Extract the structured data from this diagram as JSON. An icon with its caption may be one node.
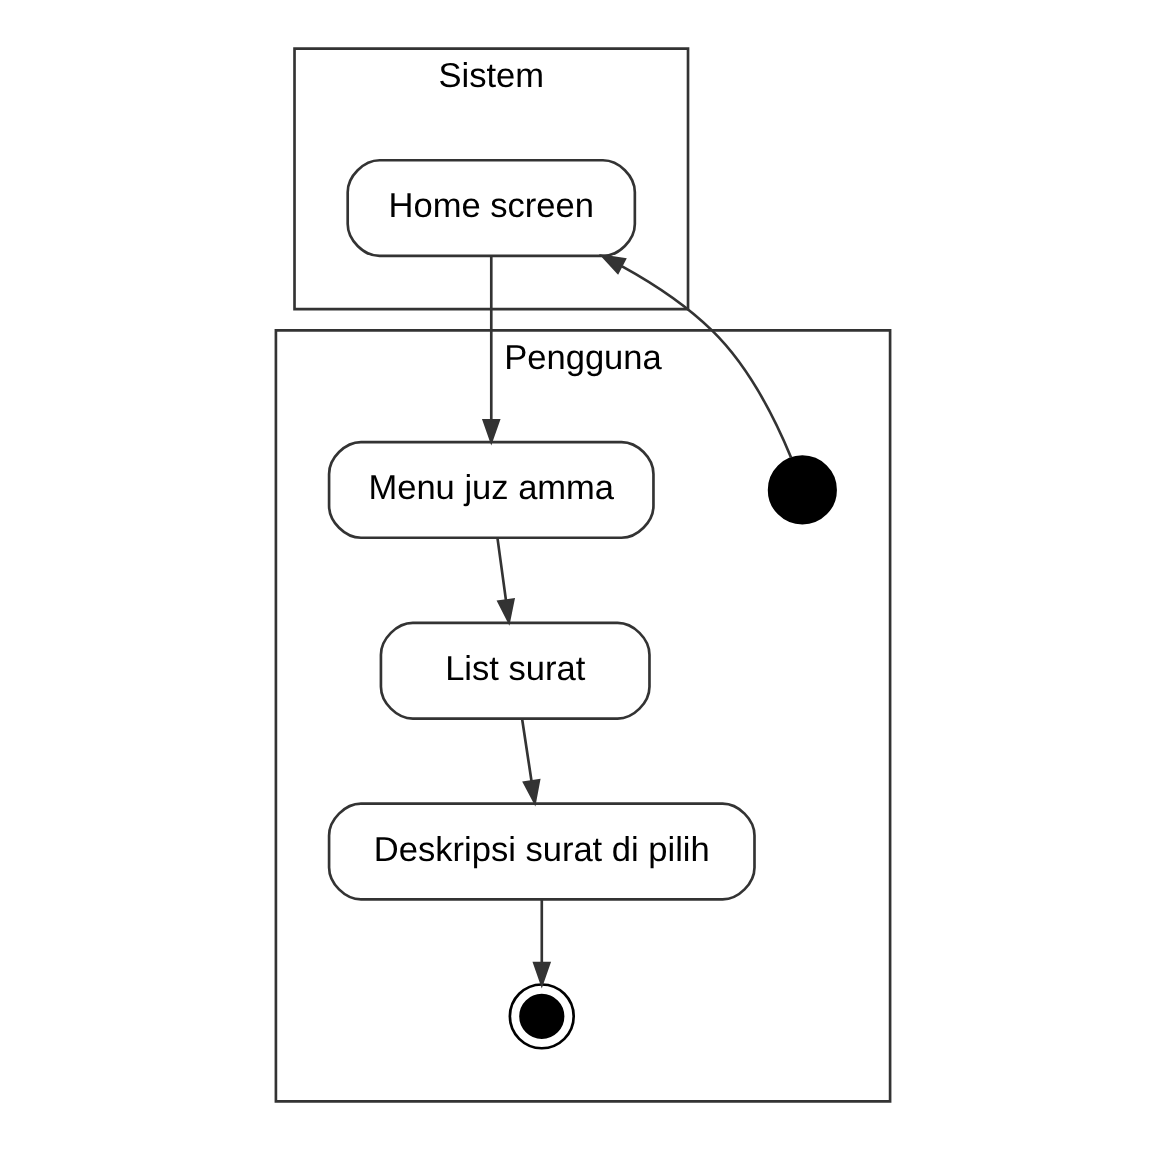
{
  "diagram": {
    "nodes": [
      {
        "text": [
          "Pengguna"
        ]
      },
      {
        "text": [
          "Sistem"
        ]
      },
      {
        "text": [],
        "shape": "circle",
        "in": 0
      },
      {
        "text": [
          "Home screen"
        ],
        "in": 1
      },
      {
        "text": [
          "Menu juz amma"
        ],
        "in": 0
      },
      {
        "text": [
          "List surat"
        ],
        "in": 0
      },
      {
        "text": [
          "Deskripsi surat di pilih"
        ],
        "in": 0
      },
      {
        "text": [],
        "shape": "bullseye",
        "in": 0
      }
    ],
    "edges": [
      {
        "from": 2,
        "to": 3,
        "arrow": "to"
      },
      {
        "from": 3,
        "to": 4,
        "arrow": "to"
      },
      {
        "from": 4,
        "to": 5,
        "arrow": "to"
      },
      {
        "from": 5,
        "to": 6,
        "arrow": "to"
      },
      {
        "from": 6,
        "to": 7,
        "arrow": "to"
      }
    ]
  }
}
